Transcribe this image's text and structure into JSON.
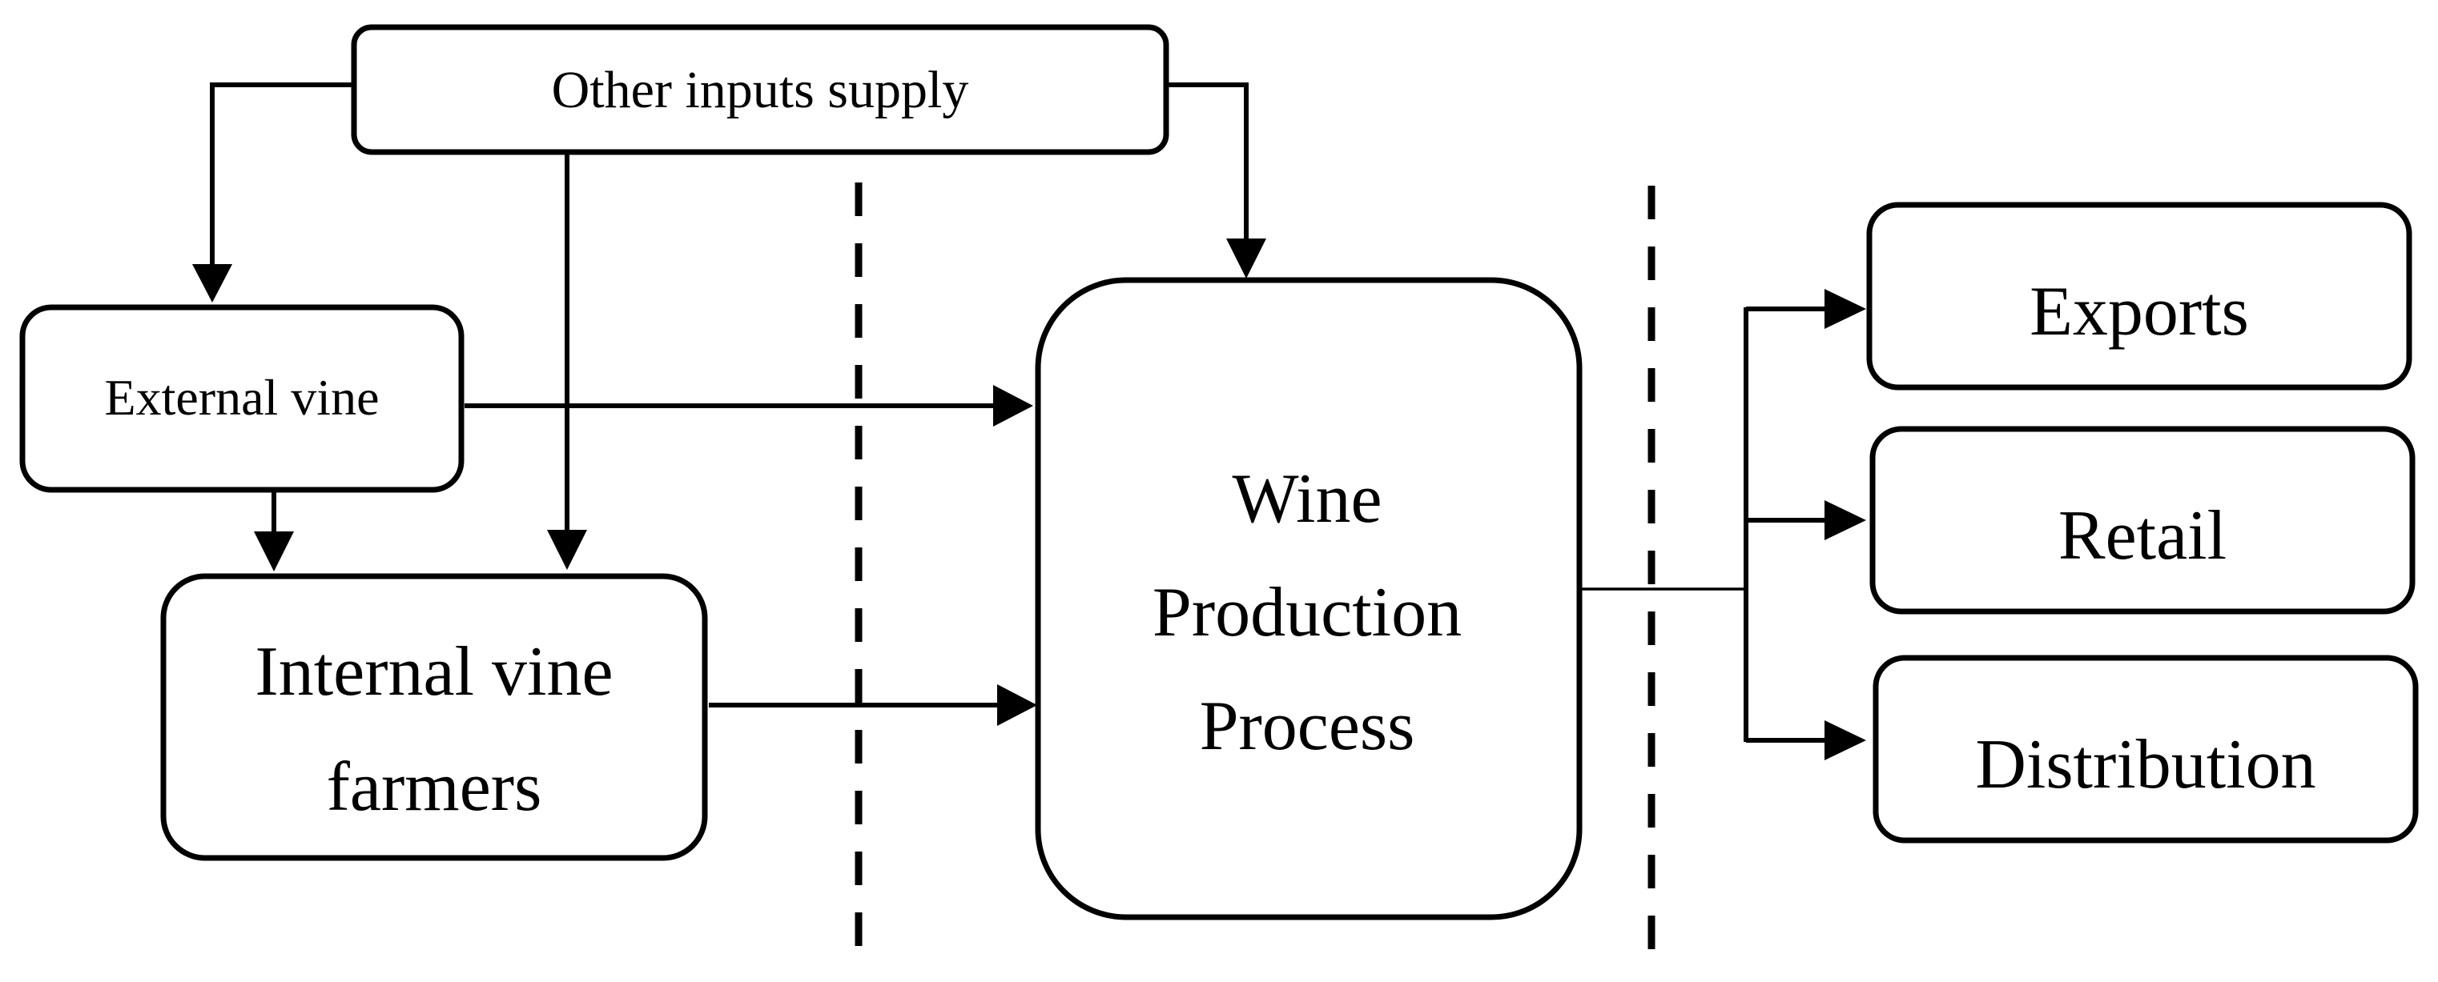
{
  "diagram": {
    "nodes": {
      "other_inputs": "Other inputs supply",
      "external_vine": "External vine",
      "internal_vine_line1": "Internal vine",
      "internal_vine_line2": "farmers",
      "wine_line1": "Wine",
      "wine_line2": "Production",
      "wine_line3": "Process",
      "exports": "Exports",
      "retail": "Retail",
      "distribution": "Distribution"
    },
    "edges": [
      {
        "from": "other_inputs",
        "to": "external_vine"
      },
      {
        "from": "other_inputs",
        "to": "internal_vine_farmers"
      },
      {
        "from": "other_inputs",
        "to": "wine_production_process"
      },
      {
        "from": "external_vine",
        "to": "internal_vine_farmers"
      },
      {
        "from": "external_vine",
        "to": "wine_production_process"
      },
      {
        "from": "internal_vine_farmers",
        "to": "wine_production_process"
      },
      {
        "from": "wine_production_process",
        "to": "exports"
      },
      {
        "from": "wine_production_process",
        "to": "retail"
      },
      {
        "from": "wine_production_process",
        "to": "distribution"
      }
    ]
  }
}
